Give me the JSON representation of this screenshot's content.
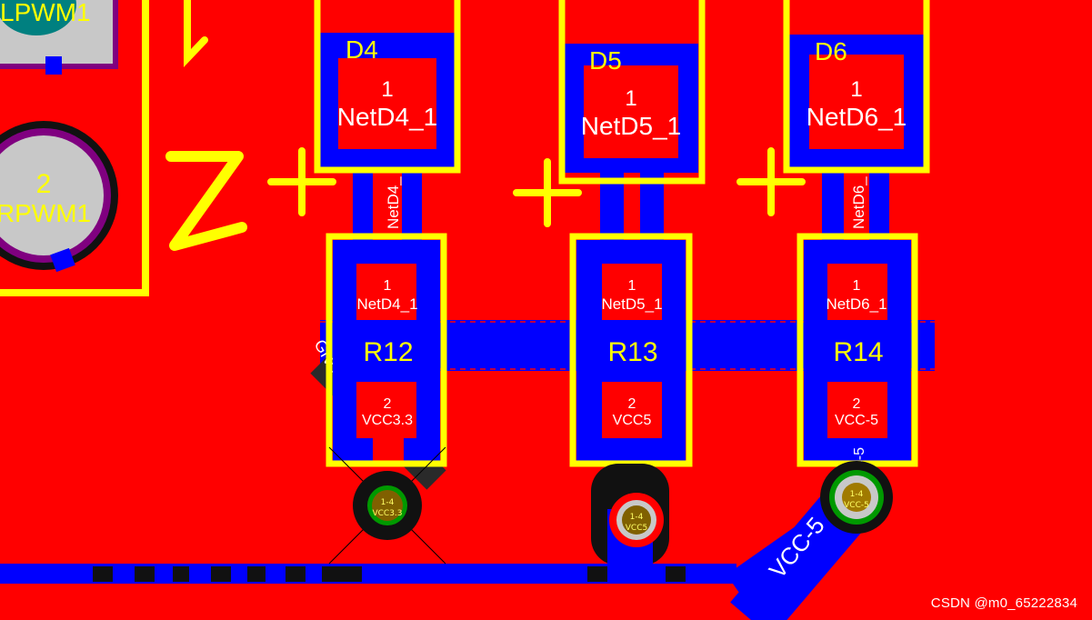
{
  "board": {
    "colors": {
      "top_copper": "#ff0000",
      "bottom_copper": "#0000ff",
      "silkscreen": "#ffff00",
      "pad_text": "#ffffff",
      "through_hole_pad": "#c8c8c8",
      "pad_number": "#008080",
      "keepout": "#800080"
    }
  },
  "top_left_pad": {
    "net_label": "LPWM1"
  },
  "pad_2": {
    "number": "2",
    "net_label": "RPWM1"
  },
  "diodes": [
    {
      "designator": "D4",
      "pad_number": "1",
      "net_label": "NetD4_1",
      "trace_label": "NetD4_"
    },
    {
      "designator": "D5",
      "pad_number": "1",
      "net_label": "NetD5_1"
    },
    {
      "designator": "D6",
      "pad_number": "1",
      "net_label": "NetD6_1",
      "trace_label": "NetD6_"
    }
  ],
  "resistors": [
    {
      "designator": "R12",
      "pad1_number": "1",
      "pad1_net": "NetD4_1",
      "pad2_number": "2",
      "pad2_net": "VCC3.3"
    },
    {
      "designator": "R13",
      "pad1_number": "1",
      "pad1_net": "NetD5_1",
      "pad2_number": "2",
      "pad2_net": "VCC5"
    },
    {
      "designator": "R14",
      "pad1_number": "1",
      "pad1_net": "NetD6_1",
      "pad2_number": "2",
      "pad2_net": "VCC-5"
    }
  ],
  "vias": [
    {
      "layers": "1-4",
      "net": "VCC3.3"
    },
    {
      "layers": "1-4",
      "net": "VCC5"
    },
    {
      "layers": "1-4",
      "net": "VCC-5"
    }
  ],
  "trace_labels": {
    "gnd": "GND",
    "vcc_neg5_diag": "VCC-5",
    "vcc_neg5_vert": "VCC-5"
  },
  "watermark": "CSDN @m0_65222834"
}
